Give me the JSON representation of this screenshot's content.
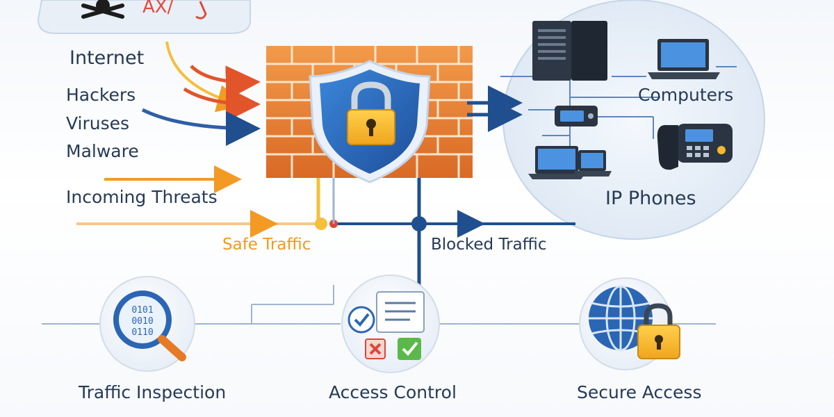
{
  "threat_sources": {
    "internet": "Internet",
    "hackers": "Hackers",
    "viruses": "Viruses",
    "malware": "Malware",
    "incoming": "Incoming Threats"
  },
  "network": {
    "computers": "Computers",
    "ip_phones": "IP Phones"
  },
  "traffic": {
    "safe": "Safe Traffic",
    "blocked": "Blocked Traffic"
  },
  "features": [
    {
      "label": "Traffic Inspection",
      "icon": "magnifier-binary-icon"
    },
    {
      "label": "Access Control",
      "icon": "checklist-icon"
    },
    {
      "label": "Secure Access",
      "icon": "globe-lock-icon"
    }
  ],
  "colors": {
    "threat_orange": "#f39a24",
    "threat_red": "#e2552b",
    "network_blue": "#1f4f8f",
    "brick": "#e8833a",
    "shield": "#2b6fc4",
    "lock": "#f5b82e"
  }
}
